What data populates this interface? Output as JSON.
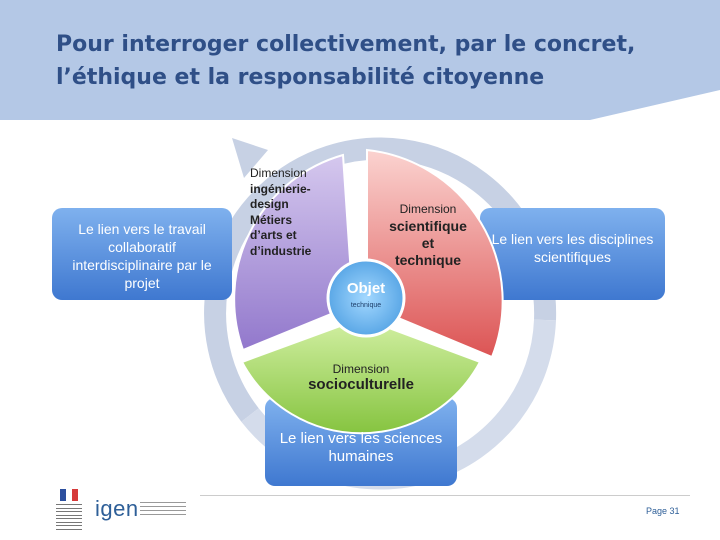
{
  "header": {
    "title_line1": "Pour interroger collectivement, par le concret,",
    "title_line2": "l’éthique et la responsabilité citoyenne"
  },
  "boxes": {
    "left": "Le lien vers le travail collaboratif interdisciplinaire par le projet",
    "right": "Le lien vers les disciplines scientifiques",
    "bottom": "Le lien vers les sciences humaines"
  },
  "segments": {
    "purple_lines": [
      "Dimension",
      "ingénierie-",
      "design",
      "Métiers",
      "d’arts et",
      "d’industrie"
    ],
    "red_small": "Dimension",
    "red_lines": [
      "scientifique",
      "et",
      "technique"
    ],
    "green_small": "Dimension",
    "green_big": "socioculturelle"
  },
  "center": {
    "label": "Objet",
    "sublabel": "technique"
  },
  "footer": {
    "logo_text": "igen",
    "page": "Page 31"
  },
  "colors": {
    "header_band": "#b4c8e6",
    "title": "#2f4f87",
    "box_blue": "#4a86d8",
    "purple": "#a98ed6",
    "red": "#e56a6a",
    "green": "#8ecc48",
    "cycle_ring": "#c7d1e4"
  }
}
